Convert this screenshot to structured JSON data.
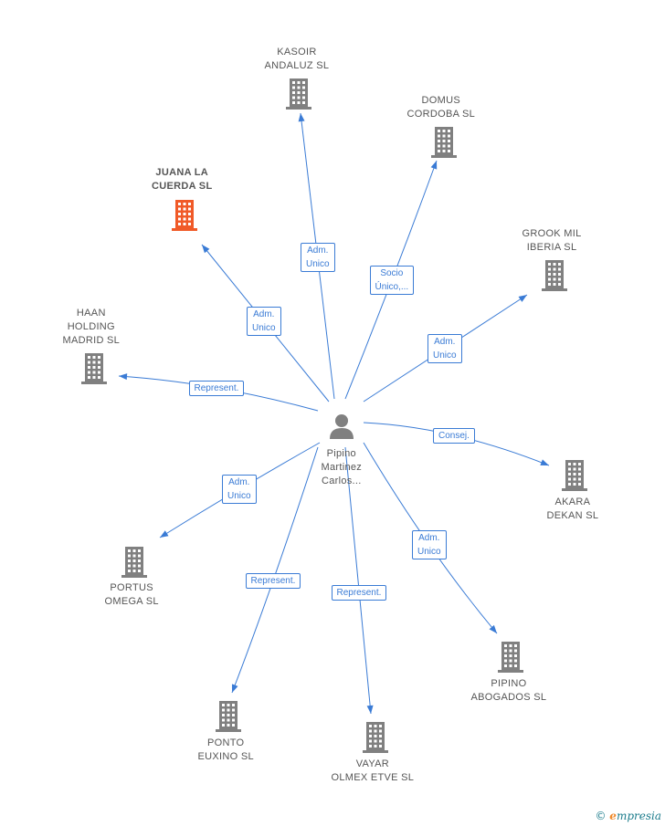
{
  "center": {
    "name_lines": [
      "Pipino",
      "Martinez",
      "Carlos..."
    ],
    "icon": "person-icon"
  },
  "companies": [
    {
      "id": "juana",
      "lines": [
        "JUANA LA",
        "CUERDA  SL"
      ],
      "highlight": true,
      "color": "#f05a28",
      "relation": "Adm.\nUnico"
    },
    {
      "id": "kasoir",
      "lines": [
        "KASOIR",
        "ANDALUZ  SL"
      ],
      "highlight": false,
      "color": "#808080",
      "relation": "Adm.\nUnico"
    },
    {
      "id": "domus",
      "lines": [
        "DOMUS",
        "CORDOBA SL"
      ],
      "highlight": false,
      "color": "#808080",
      "relation": "Socio\nÚnico,..."
    },
    {
      "id": "grook",
      "lines": [
        "GROOK MIL",
        "IBERIA  SL"
      ],
      "highlight": false,
      "color": "#808080",
      "relation": "Adm.\nUnico"
    },
    {
      "id": "haan",
      "lines": [
        "HAAN",
        "HOLDING",
        "MADRID SL"
      ],
      "highlight": false,
      "color": "#808080",
      "relation": "Represent."
    },
    {
      "id": "akara",
      "lines": [
        "AKARA",
        "DEKAN SL"
      ],
      "highlight": false,
      "color": "#808080",
      "relation": "Consej."
    },
    {
      "id": "portus",
      "lines": [
        "PORTUS",
        "OMEGA  SL"
      ],
      "highlight": false,
      "color": "#808080",
      "relation": "Adm.\nUnico"
    },
    {
      "id": "pipino",
      "lines": [
        "PIPINO",
        "ABOGADOS SL"
      ],
      "highlight": false,
      "color": "#808080",
      "relation": "Adm.\nUnico"
    },
    {
      "id": "ponto",
      "lines": [
        "PONTO",
        "EUXINO SL"
      ],
      "highlight": false,
      "color": "#808080",
      "relation": "Represent."
    },
    {
      "id": "vayar",
      "lines": [
        "VAYAR",
        "OLMEX ETVE SL"
      ],
      "highlight": false,
      "color": "#808080",
      "relation": "Represent."
    }
  ],
  "colors": {
    "edge": "#3a7bd5",
    "building": "#808080",
    "highlight": "#f05a28",
    "person": "#808080"
  },
  "footer": {
    "copyright": "©",
    "brand_e": "e",
    "brand_rest": "mpresia"
  }
}
